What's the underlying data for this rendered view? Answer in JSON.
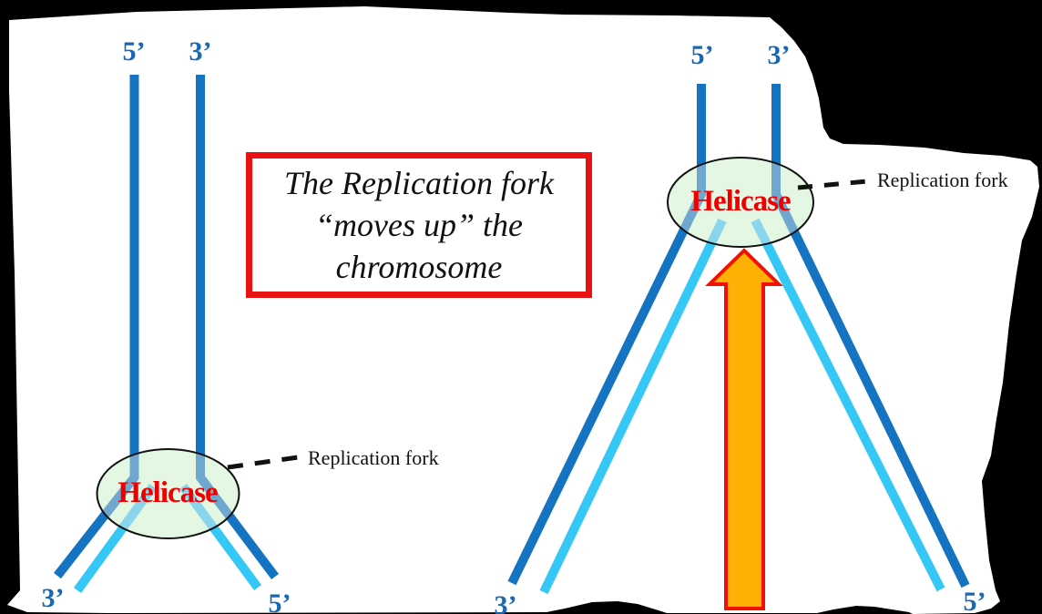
{
  "caption": {
    "line1": "The Replication fork",
    "line2": "“moves up” the",
    "line3": "chromosome"
  },
  "left_diagram": {
    "top_left_label": "5’",
    "top_right_label": "3’",
    "bottom_left_label": "3’",
    "bottom_right_label": "5’",
    "enzyme": "Helicase",
    "annotation": "Replication fork"
  },
  "right_diagram": {
    "top_left_label": "5’",
    "top_right_label": "3’",
    "bottom_left_label": "3’",
    "bottom_right_label": "5’",
    "enzyme": "Helicase",
    "annotation": "Replication fork"
  },
  "colors": {
    "strand_blue": "#1574C2",
    "strand_cyan": "#35C7F5",
    "muted_strand_blue": "#6FA7CF",
    "muted_strand_cyan": "#8AD4EC",
    "helicase_ellipse_fill": "#E3F7E3",
    "helicase_text_red": "#EE0000",
    "caption_border_red": "#E81212",
    "arrow_fill_orange": "#FFB005",
    "arrow_border_red": "#F21000",
    "label_blue": "#1968B4",
    "paper_white": "#FFFFFF",
    "background_black": "#000000"
  }
}
